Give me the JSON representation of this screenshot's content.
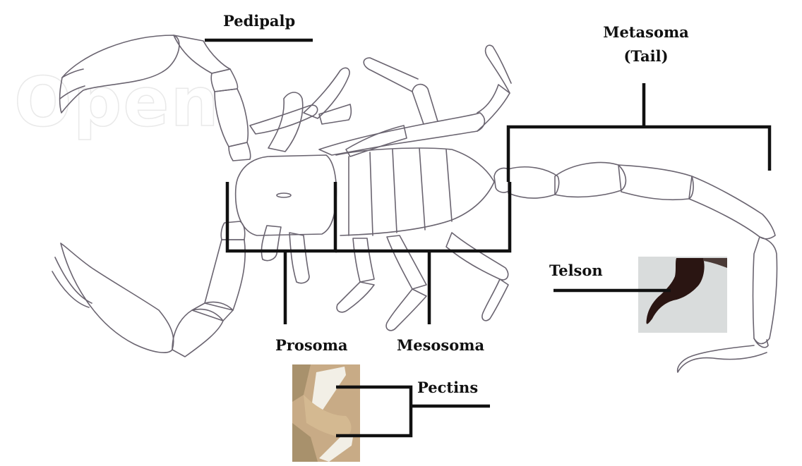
{
  "labels": {
    "pedipalp": "Pedipalp",
    "metasoma_line1": "Metasoma",
    "metasoma_line2": "(Tail)",
    "telson": "Telson",
    "prosoma": "Prosoma",
    "mesosoma": "Mesosoma",
    "pectins": "Pectins"
  },
  "watermark": "Open",
  "colors": {
    "outline": "#6a6470",
    "bracket": "#111111",
    "background": "#ffffff",
    "watermark": "#e9e9e9",
    "telson_photo_bg": "#d9dcdc",
    "telson_dark": "#2a1512",
    "pectin_photo_bg": "#c8ab86"
  }
}
